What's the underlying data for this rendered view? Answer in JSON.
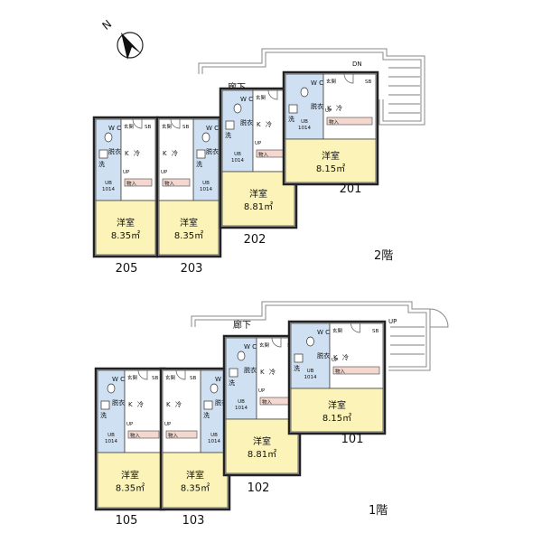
{
  "compass": {
    "north": "N"
  },
  "floors": [
    {
      "label": "2階",
      "corridor": "廊下",
      "dn": "DN",
      "units": [
        {
          "id": "205",
          "room": "洋室",
          "area": "8.35㎡",
          "ub": "UB\n1014"
        },
        {
          "id": "203",
          "room": "洋室",
          "area": "8.35㎡",
          "ub": "UB\n1014"
        },
        {
          "id": "202",
          "room": "洋室",
          "area": "8.81㎡",
          "ub": "UB\n1014"
        },
        {
          "id": "201",
          "room": "洋室",
          "area": "8.15㎡",
          "ub": "UB\n1014"
        }
      ]
    },
    {
      "label": "1階",
      "corridor": "廊下",
      "up": "UP",
      "units": [
        {
          "id": "105",
          "room": "洋室",
          "area": "8.35㎡",
          "ub": "UB\n1014"
        },
        {
          "id": "103",
          "room": "洋室",
          "area": "8.35㎡",
          "ub": "UB\n1014"
        },
        {
          "id": "102",
          "room": "洋室",
          "area": "8.81㎡",
          "ub": "UB\n1014"
        },
        {
          "id": "101",
          "room": "洋室",
          "area": "8.15㎡",
          "ub": "UB\n1014"
        }
      ]
    }
  ],
  "fixtures": {
    "wc": "W C",
    "wash": "洗",
    "dress": "脱衣",
    "entry": "玄関",
    "sb": "SB",
    "kitchen": "K",
    "fridge": "冷",
    "storage": "物入",
    "up": "UP"
  },
  "colors": {
    "room": "#fbf3b8",
    "wet": "#cfe0f2",
    "storage": "#f4d8d0",
    "line": "#222222"
  }
}
